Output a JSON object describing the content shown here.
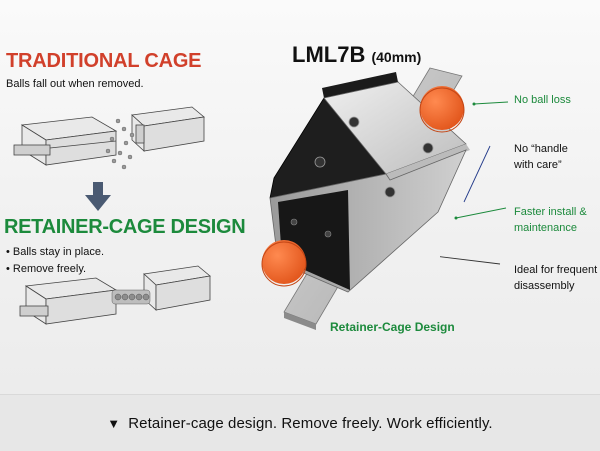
{
  "traditional": {
    "title": "TRADITIONAL CAGE",
    "subtitle": "Balls fall out when removed."
  },
  "retainer": {
    "title": "RETAINER-CAGE DESIGN",
    "bullets": [
      "• Balls stay in place.",
      "• Remove freely."
    ]
  },
  "product": {
    "model": "LML7B",
    "length": "(40mm)",
    "caption": "Retainer-Cage Design"
  },
  "features": [
    {
      "text": "No ball loss",
      "color": "#1c8a3c"
    },
    {
      "text": "No “handle with care”",
      "color": "#111111"
    },
    {
      "text": "Faster install & maintenance",
      "color": "#1c8a3c"
    },
    {
      "text": "Ideal for frequent disassembly",
      "color": "#111111"
    }
  ],
  "banner": {
    "text": "Retainer-cage design. Remove freely. Work efficiently."
  },
  "colors": {
    "red": "#d1402b",
    "green": "#1c8a3c",
    "orange_cap": "#f26a2e",
    "arrow": "#4a5a72"
  }
}
